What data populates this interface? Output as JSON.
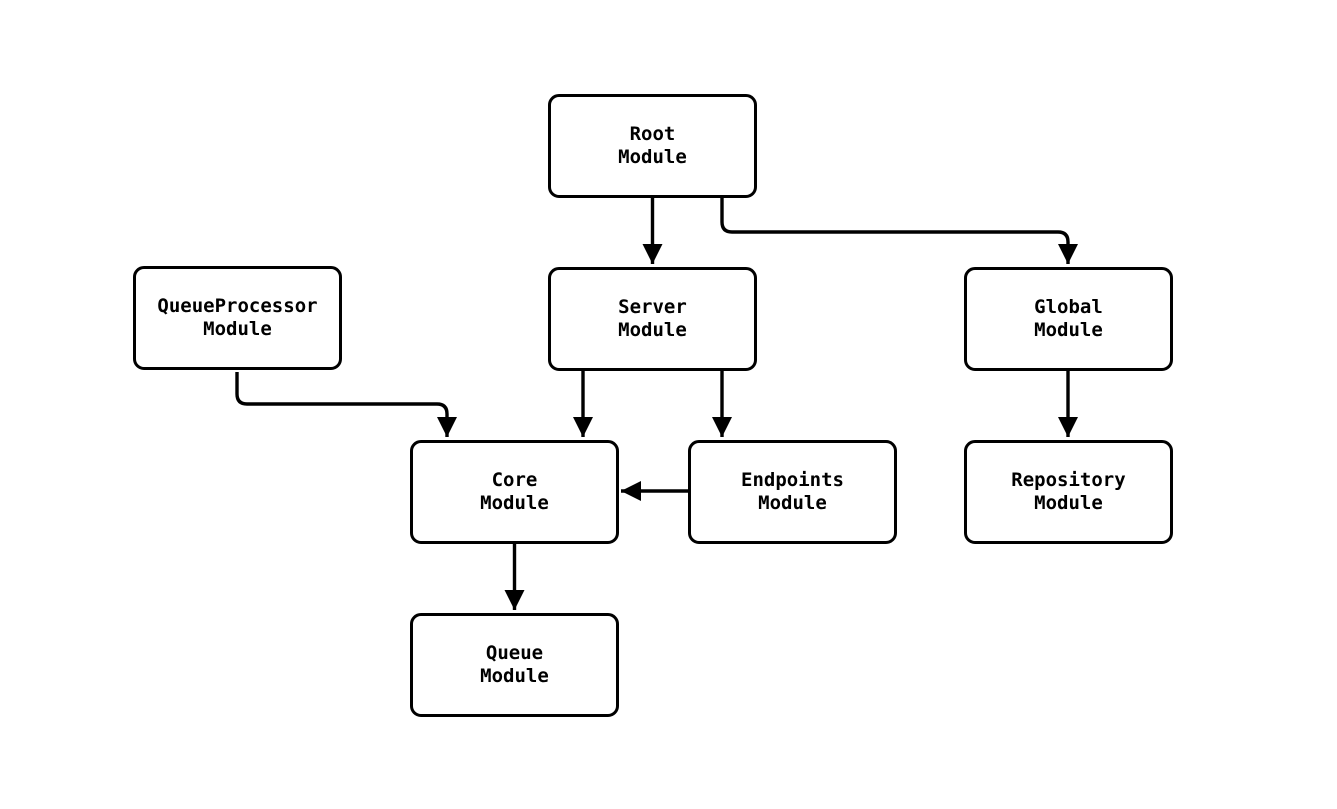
{
  "diagram": {
    "type": "module-dependency-graph",
    "background_color": "#ffffff",
    "line_color": "#000000",
    "node_fill_color": "#ffffff",
    "text_color": "#000000",
    "nodes": [
      {
        "id": "root-module",
        "label_line1": "Root",
        "label_line2": "Module"
      },
      {
        "id": "queueprocessor-module",
        "label_line1": "QueueProcessor",
        "label_line2": "Module"
      },
      {
        "id": "server-module",
        "label_line1": "Server",
        "label_line2": "Module"
      },
      {
        "id": "global-module",
        "label_line1": "Global",
        "label_line2": "Module"
      },
      {
        "id": "core-module",
        "label_line1": "Core",
        "label_line2": "Module"
      },
      {
        "id": "endpoints-module",
        "label_line1": "Endpoints",
        "label_line2": "Module"
      },
      {
        "id": "repository-module",
        "label_line1": "Repository",
        "label_line2": "Module"
      },
      {
        "id": "queue-module",
        "label_line1": "Queue",
        "label_line2": "Module"
      }
    ],
    "edges": [
      {
        "from": "Root Module",
        "to": "Server Module"
      },
      {
        "from": "Root Module",
        "to": "Global Module"
      },
      {
        "from": "QueueProcessor Module",
        "to": "Core Module"
      },
      {
        "from": "Server Module",
        "to": "Core Module"
      },
      {
        "from": "Server Module",
        "to": "Endpoints Module"
      },
      {
        "from": "Endpoints Module",
        "to": "Core Module"
      },
      {
        "from": "Global Module",
        "to": "Repository Module"
      },
      {
        "from": "Core Module",
        "to": "Queue Module"
      }
    ]
  }
}
